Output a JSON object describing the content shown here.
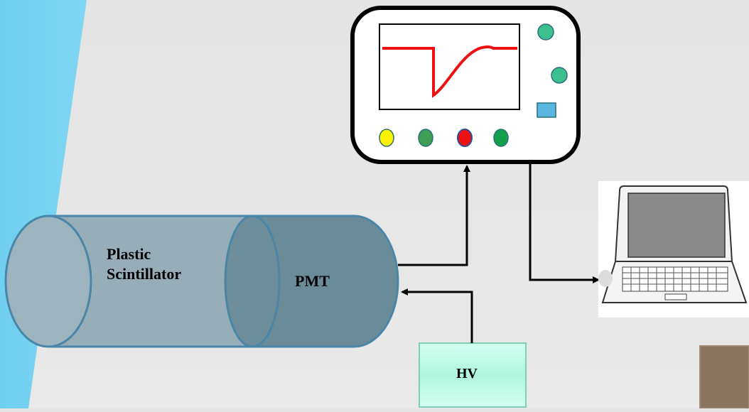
{
  "labels": {
    "scintillator_line1": "Plastic",
    "scintillator_line2": "Scintillator",
    "pmt": "PMT",
    "hv": "HV"
  },
  "colors": {
    "scintillator_body": "#97aeb8",
    "pmt_body": "#6a8b98",
    "outline": "#4a86a8",
    "oscilloscope_screen_trace": "#ee1111",
    "hv_box": "#b4fbe6",
    "accent_stripe": "#6fcdef",
    "knob_teal": "#3dbf8f",
    "button_yellow": "#fff200",
    "button_green": "#3f9f55",
    "button_red": "#ee1111",
    "button_darkgreen": "#13a04c",
    "screen_icon": "#5ab8e0"
  },
  "icons": {
    "scope": "oscilloscope-icon",
    "laptop": "laptop-icon"
  }
}
